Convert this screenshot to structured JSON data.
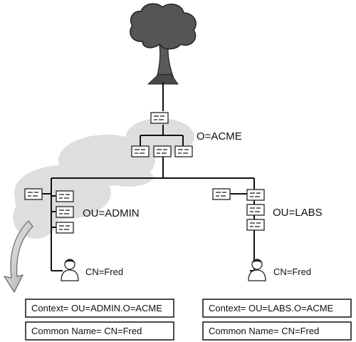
{
  "tree": {
    "root_label": "O=ACME"
  },
  "admin_branch": {
    "ou_label": "OU=ADMIN",
    "user_label": "CN=Fred",
    "context_text": "Context= OU=ADMIN.O=ACME",
    "common_name_text": "Common Name= CN=Fred"
  },
  "labs_branch": {
    "ou_label": "OU=LABS",
    "user_label": "CN=Fred",
    "context_text": "Context= OU=LABS.O=ACME",
    "common_name_text": "Common Name= CN=Fred"
  },
  "icons": {
    "tree": "tree-icon",
    "container": "container-object-icon",
    "user": "user-icon",
    "arrow": "curved-arrow-icon",
    "cloud": "cloud-shadow"
  }
}
